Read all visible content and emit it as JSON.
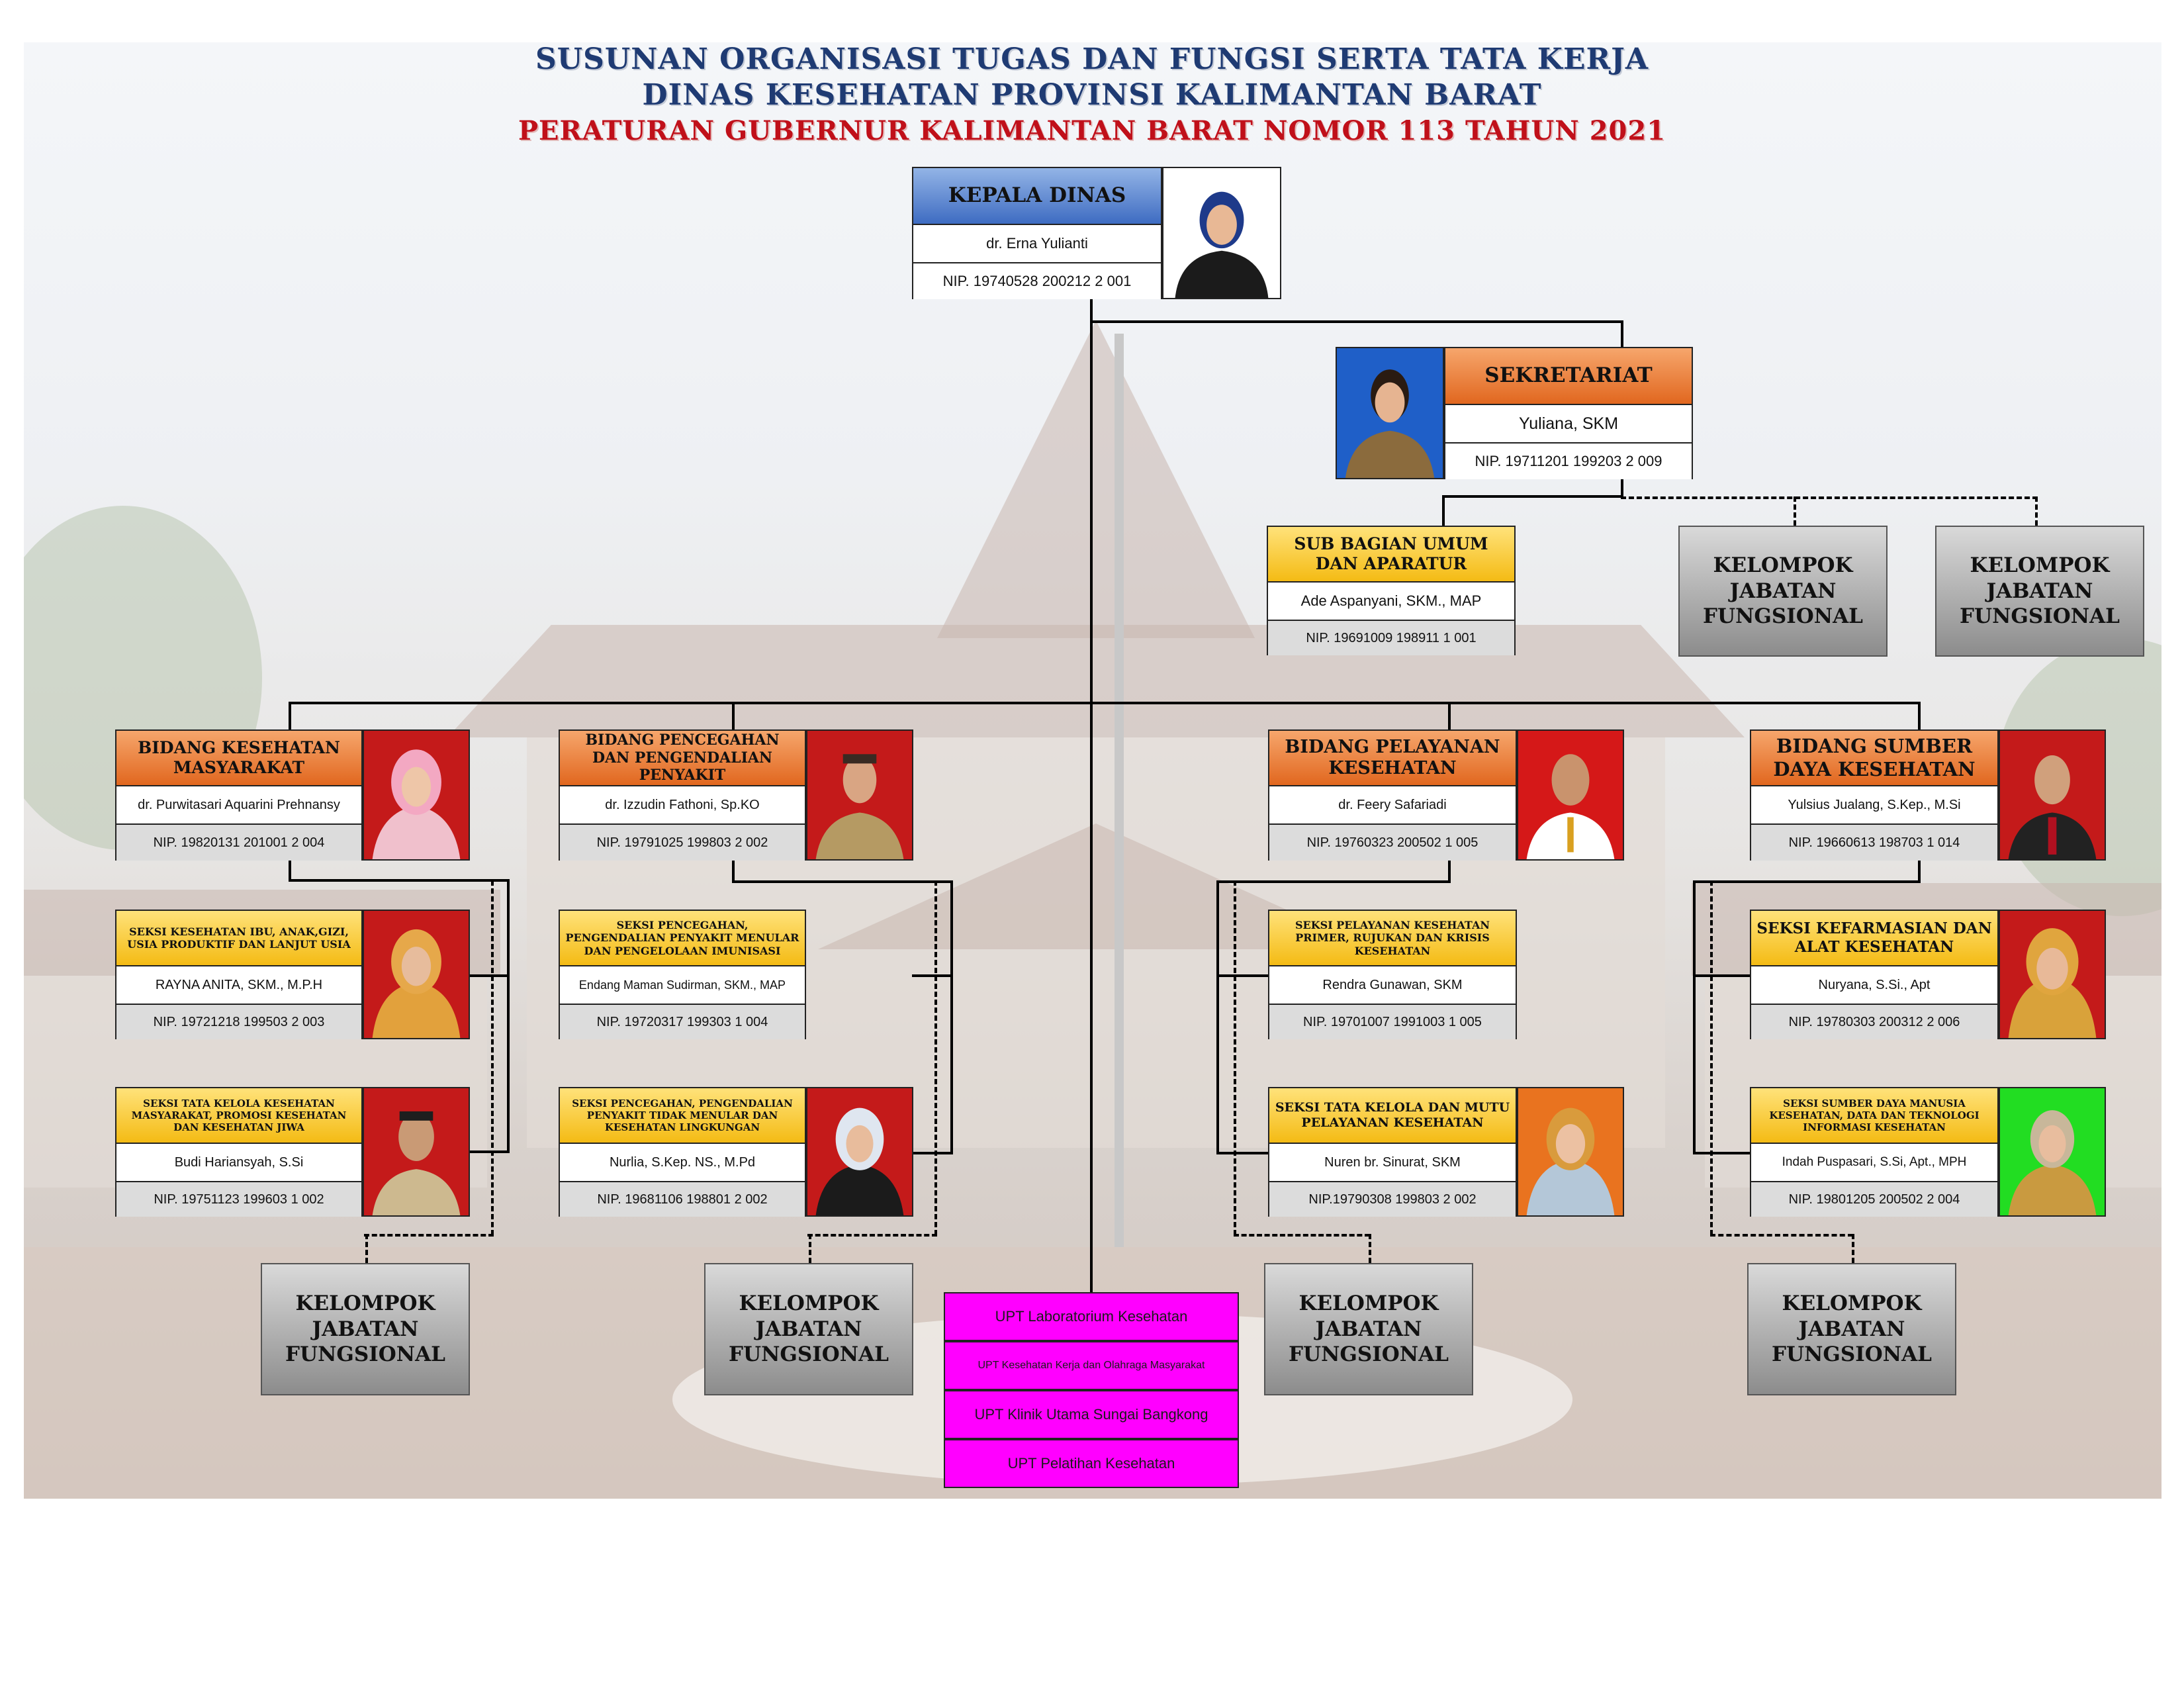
{
  "title": {
    "line1": "SUSUNAN ORGANISASI TUGAS DAN FUNGSI SERTA TATA KERJA",
    "line2": "DINAS KESEHATAN PROVINSI KALIMANTAN BARAT",
    "line3": "PERATURAN GUBERNUR KALIMANTAN BARAT NOMOR 113 TAHUN 2021"
  },
  "kepala": {
    "title": "KEPALA DINAS",
    "name": "dr. Erna Yulianti",
    "nip": "NIP. 19740528 200212 2 001",
    "photo_bg": "#ffffff"
  },
  "sekretariat": {
    "title": "SEKRETARIAT",
    "name": "Yuliana, SKM",
    "nip": "NIP. 19711201 199203 2 009",
    "photo_bg": "#1f5fc8"
  },
  "subbag": {
    "title": "SUB BAGIAN UMUM DAN APARATUR",
    "name": "Ade Aspanyani, SKM., MAP",
    "nip": "NIP. 19691009 198911 1 001"
  },
  "kjf_label": "KELOMPOK JABATAN FUNGSIONAL",
  "bidang": [
    {
      "title": "BIDANG KESEHATAN MASYARAKAT",
      "name": "dr. Purwitasari Aquarini Prehnansy",
      "nip": "NIP. 19820131 201001 2 004",
      "photo_bg": "#c41a1a"
    },
    {
      "title": "BIDANG PENCEGAHAN DAN PENGENDALIAN PENYAKIT",
      "name": "dr. Izzudin Fathoni, Sp.KO",
      "nip": "NIP. 19791025 199803 2 002",
      "photo_bg": "#c41a1a"
    },
    {
      "title": "BIDANG PELAYANAN KESEHATAN",
      "name": "dr. Feery Safariadi",
      "nip": "NIP. 19760323 200502 1 005",
      "photo_bg": "#d51818"
    },
    {
      "title": "BIDANG SUMBER DAYA KESEHATAN",
      "name": "Yulsius Jualang, S.Kep., M.Si",
      "nip": "NIP. 19660613 198703 1 014",
      "photo_bg": "#c41a1a"
    }
  ],
  "seksi": [
    {
      "title": "SEKSI KESEHATAN IBU, ANAK,GIZI, USIA PRODUKTIF DAN LANJUT USIA",
      "name": "RAYNA ANITA, SKM., M.P.H",
      "nip": "NIP. 19721218 199503 2 003",
      "photo_bg": "#c41a1a"
    },
    {
      "title": "SEKSI TATA KELOLA KESEHATAN MASYARAKAT, PROMOSI KESEHATAN DAN KESEHATAN JIWA",
      "name": "Budi Hariansyah, S.Si",
      "nip": "NIP. 19751123 199603 1 002",
      "photo_bg": "#c41a1a"
    },
    {
      "title": "SEKSI PENCEGAHAN, PENGENDALIAN PENYAKIT MENULAR DAN PENGELOLAAN IMUNISASI",
      "name": "Endang Maman Sudirman, SKM., MAP",
      "nip": "NIP. 19720317 199303 1 004",
      "photo_bg": null
    },
    {
      "title": "SEKSI PENCEGAHAN, PENGENDALIAN PENYAKIT TIDAK MENULAR DAN KESEHATAN LINGKUNGAN",
      "name": "Nurlia, S.Kep. NS., M.Pd",
      "nip": "NIP. 19681106 198801 2 002",
      "photo_bg": "#c41a1a"
    },
    {
      "title": "SEKSI PELAYANAN KESEHATAN PRIMER, RUJUKAN DAN KRISIS KESEHATAN",
      "name": "Rendra Gunawan, SKM",
      "nip": "NIP. 19701007 1991003 1 005",
      "photo_bg": null
    },
    {
      "title": "SEKSI TATA KELOLA DAN MUTU PELAYANAN KESEHATAN",
      "name": "Nuren br. Sinurat, SKM",
      "nip": "NIP.19790308 199803 2 002",
      "photo_bg": "#e9731f"
    },
    {
      "title": "SEKSI KEFARMASIAN DAN ALAT KESEHATAN",
      "name": "Nuryana, S.Si., Apt",
      "nip": "NIP. 19780303 200312 2 006",
      "photo_bg": "#c41a1a"
    },
    {
      "title": "SEKSI SUMBER DAYA MANUSIA KESEHATAN, DATA DAN TEKNOLOGI INFORMASI KESEHATAN",
      "name": "Indah Puspasari, S.Si, Apt., MPH",
      "nip": "NIP. 19801205 200502 2 004",
      "photo_bg": "#22dd22"
    }
  ],
  "upt": [
    "UPT Laboratorium Kesehatan",
    "UPT Kesehatan Kerja dan Olahraga Masyarakat",
    "UPT Klinik Utama Sungai Bangkong",
    "UPT Pelatihan Kesehatan"
  ]
}
